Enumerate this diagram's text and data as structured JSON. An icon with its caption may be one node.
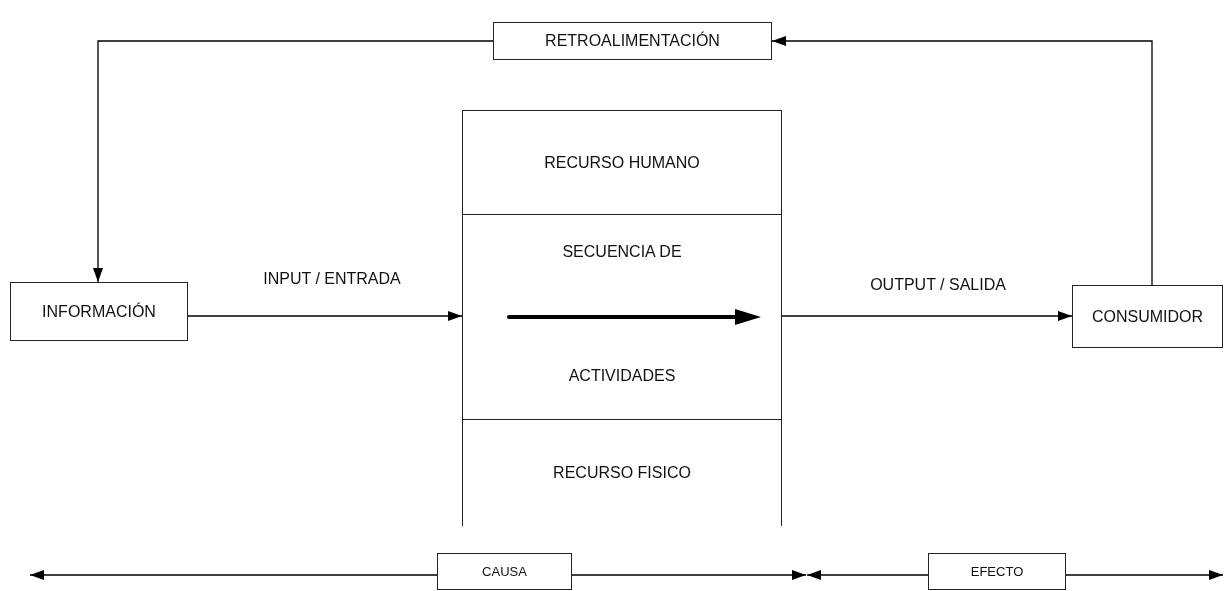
{
  "diagram": {
    "nodes": [
      {
        "text": [
          "INFORMACIÓN"
        ]
      },
      {
        "text": [
          "RETROALIMENTACIÓN"
        ]
      },
      {
        "text": [],
        "shape": "box"
      },
      {
        "text": [
          "RECURSO HUMANO"
        ],
        "in": 2
      },
      {
        "text": [
          "SECUENCIA DE",
          "ACTIVIDADES"
        ],
        "in": 2
      },
      {
        "text": [
          "RECURSO FISICO"
        ],
        "in": 2
      },
      {
        "text": [
          "CONSUMIDOR"
        ]
      },
      {
        "text": [
          "CAUSA"
        ]
      },
      {
        "text": [
          "EFECTO"
        ]
      }
    ],
    "edges": [
      {
        "from": 0,
        "to": 2,
        "arrow": "to",
        "label": "INPUT / ENTRADA"
      },
      {
        "from": 2,
        "to": 6,
        "arrow": "to",
        "label": "OUTPUT / SALIDA"
      },
      {
        "from": 6,
        "to": 1,
        "arrow": "to"
      },
      {
        "from": 1,
        "to": 0,
        "arrow": "to"
      },
      {
        "from": 7,
        "to": null,
        "arrow": "to"
      },
      {
        "from": 7,
        "to": null,
        "arrow": "to"
      },
      {
        "from": 8,
        "to": null,
        "arrow": "to"
      },
      {
        "from": 8,
        "to": null,
        "arrow": "to"
      }
    ]
  }
}
